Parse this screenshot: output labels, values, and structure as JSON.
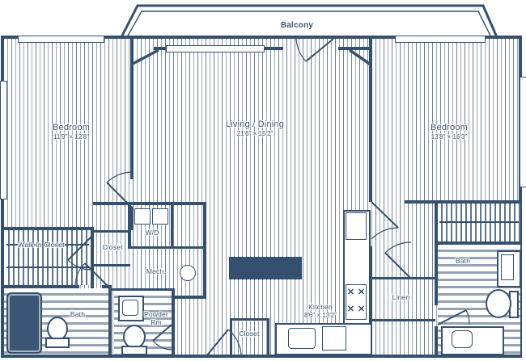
{
  "colors": {
    "wall": "#35506e",
    "text": "#3e5672",
    "wood_stripe_light": "#9aa8ba",
    "wood_stripe_dark": "#6d8096",
    "tile_stripe": "#93a3b5"
  },
  "rooms": {
    "balcony": {
      "label": "Balcony"
    },
    "bedroom_left": {
      "label": "Bedroom",
      "dims": "11'9\" × 12'8\""
    },
    "living_dining": {
      "label": "Living / Dining",
      "dims": "21'6\" × 15'2\""
    },
    "bedroom_right": {
      "label": "Bedroom",
      "dims": "13'8\" × 16'3\""
    },
    "kitchen": {
      "label": "Kitchen",
      "dims": "8'6\" × 13'2\""
    },
    "walk_in_closet": {
      "label": "Walk-in Closet"
    },
    "hall_closet": {
      "label": "Closet"
    },
    "washer_dryer": {
      "label": "W/D"
    },
    "mech": {
      "label": "Mech."
    },
    "bath_left": {
      "label": "Bath"
    },
    "powder": {
      "label": "Powder Rm"
    },
    "entry_closet": {
      "label": "Closet"
    },
    "linen": {
      "label": "Linen"
    },
    "bath_right": {
      "label": "Bath"
    }
  },
  "icons": {
    "range_burner": "✕"
  }
}
